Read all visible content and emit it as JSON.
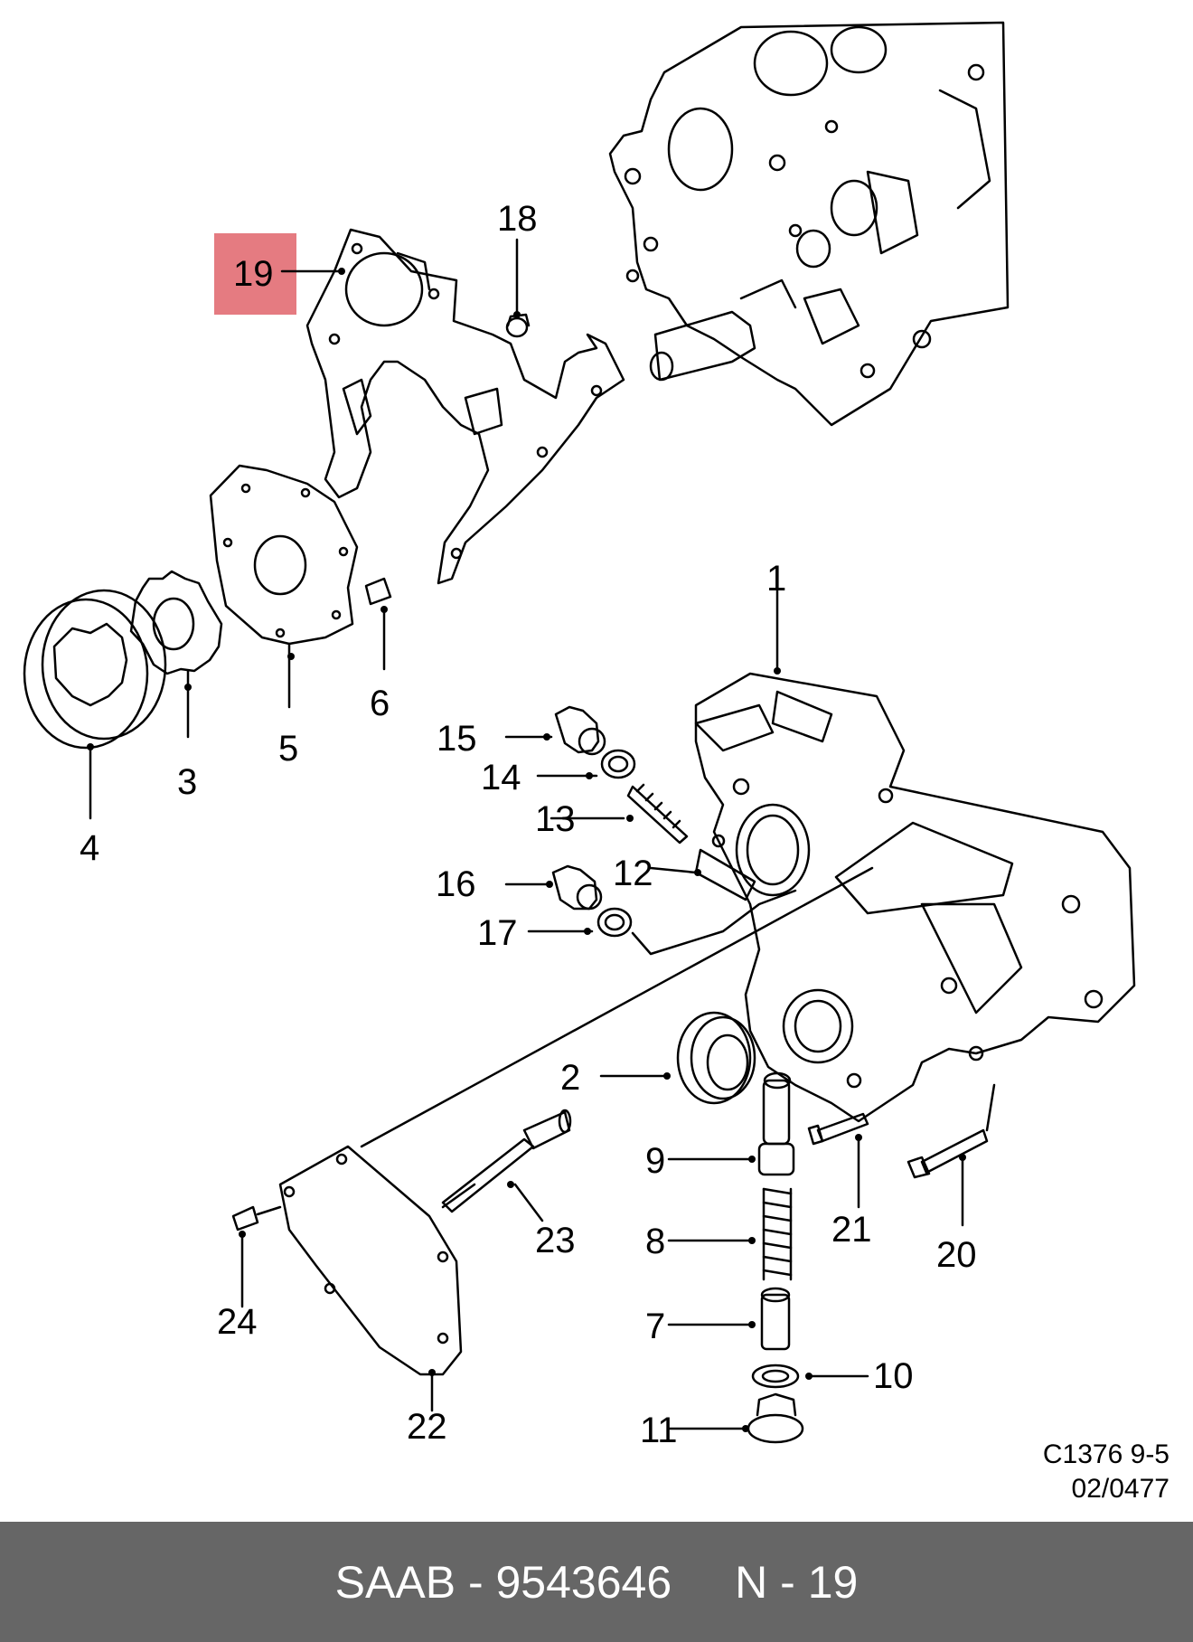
{
  "diagram": {
    "callouts": {
      "c1": "1",
      "c2": "2",
      "c3": "3",
      "c4": "4",
      "c5": "5",
      "c6": "6",
      "c7": "7",
      "c8": "8",
      "c9": "9",
      "c10": "10",
      "c11": "11",
      "c12": "12",
      "c13": "13",
      "c14": "14",
      "c15": "15",
      "c16": "16",
      "c17": "17",
      "c18": "18",
      "c19": "19",
      "c20": "20",
      "c21": "21",
      "c22": "22",
      "c23": "23",
      "c24": "24"
    },
    "highlighted_callout": "19",
    "highlight_color": "#e57b81",
    "drawing_code_line1": "C1376 9-5",
    "drawing_code_line2": "02/0477"
  },
  "footer": {
    "part_info": "SAAB - 9543646",
    "position_info": "N - 19",
    "background_color": "#666666",
    "text_color": "#ffffff"
  }
}
